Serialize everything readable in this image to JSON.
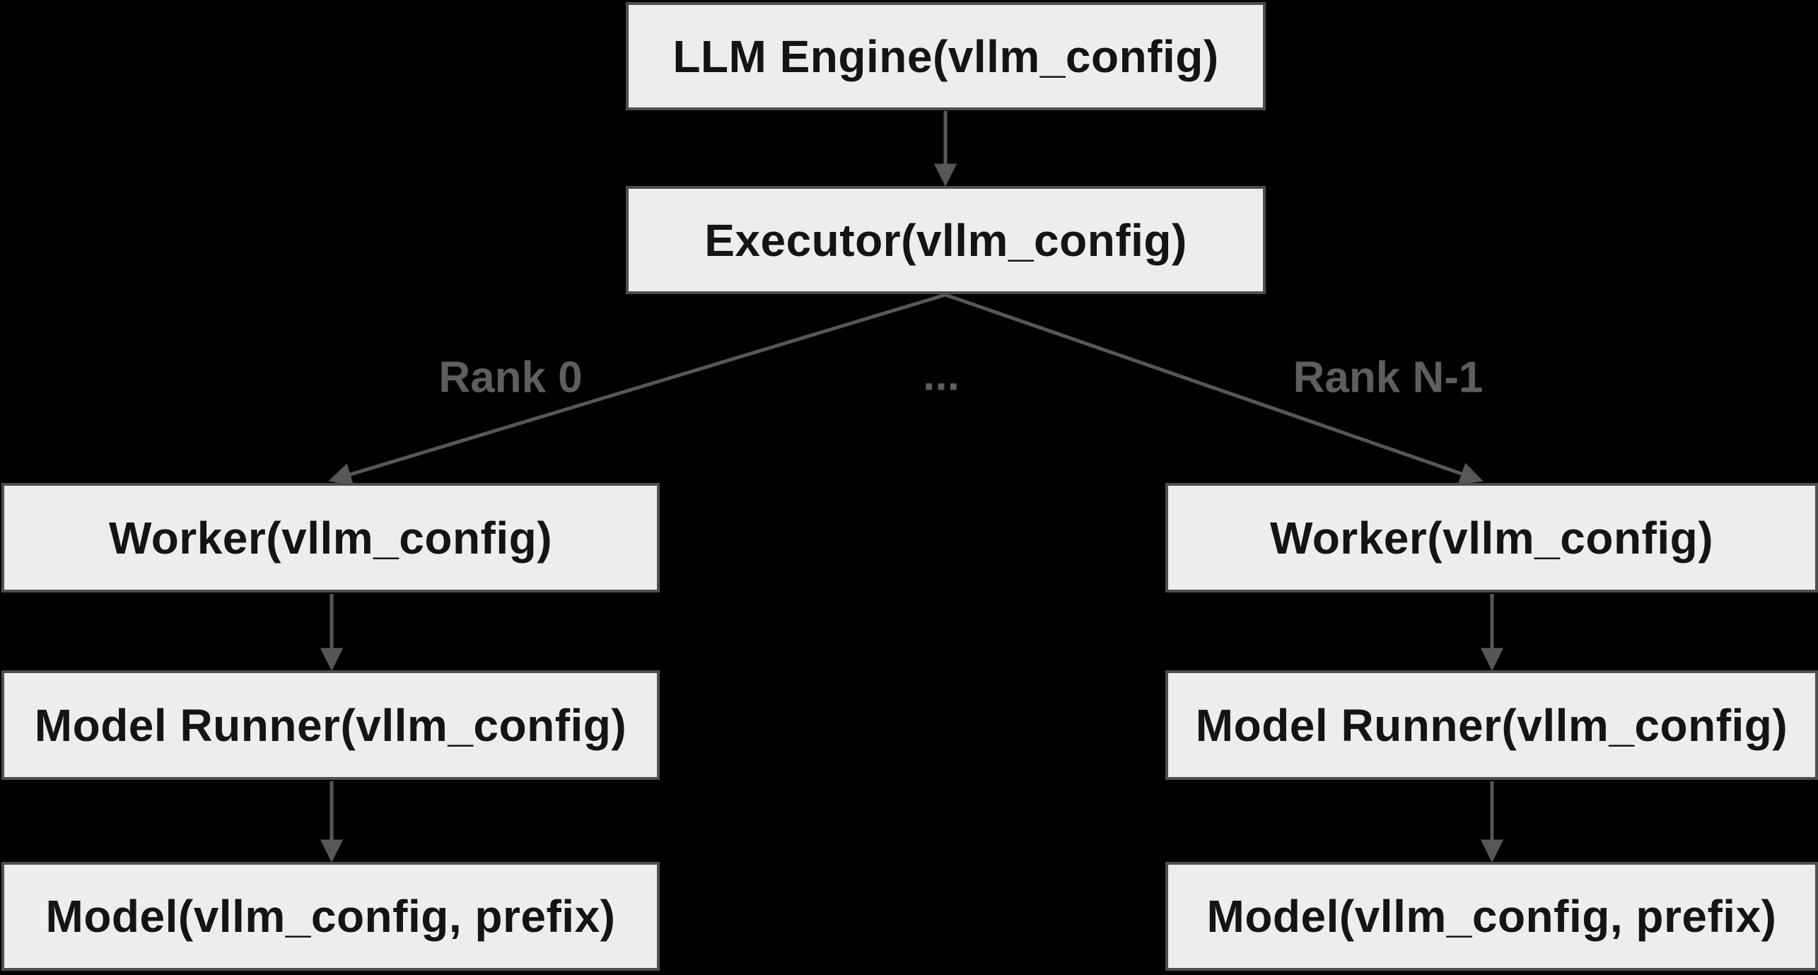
{
  "diagram": {
    "nodes": {
      "llm_engine": {
        "label": "LLM Engine(vllm_config)"
      },
      "executor": {
        "label": "Executor(vllm_config)"
      },
      "worker_left": {
        "label": "Worker(vllm_config)"
      },
      "model_runner_left": {
        "label": "Model Runner(vllm_config)"
      },
      "model_left": {
        "label": "Model(vllm_config, prefix)"
      },
      "worker_right": {
        "label": "Worker(vllm_config)"
      },
      "model_runner_right": {
        "label": "Model Runner(vllm_config)"
      },
      "model_right": {
        "label": "Model(vllm_config, prefix)"
      }
    },
    "edge_labels": {
      "rank_0": "Rank 0",
      "ellipsis": "...",
      "rank_n_minus_1": "Rank N-1"
    },
    "colors": {
      "background": "#000000",
      "node_fill": "#ededed",
      "node_border": "#4e4e4e",
      "node_text": "#141414",
      "arrow": "#575757",
      "edge_label": "#5e5e5e"
    }
  }
}
